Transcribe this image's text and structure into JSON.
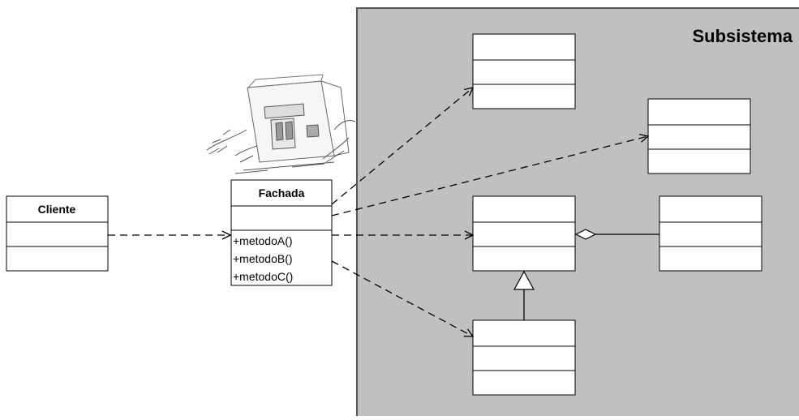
{
  "subsystem": {
    "title": "Subsistema"
  },
  "cliente": {
    "name": "Cliente"
  },
  "fachada": {
    "name": "Fachada",
    "methods": [
      "+metodoA()",
      "+metodoB()",
      "+metodoC()"
    ]
  },
  "colors": {
    "subsystem_fill": "#c0c0c0",
    "class_fill": "#ffffff",
    "line": "#000000",
    "subsystem_border": "#555555"
  },
  "illustration": {
    "name": "building-sketch"
  }
}
